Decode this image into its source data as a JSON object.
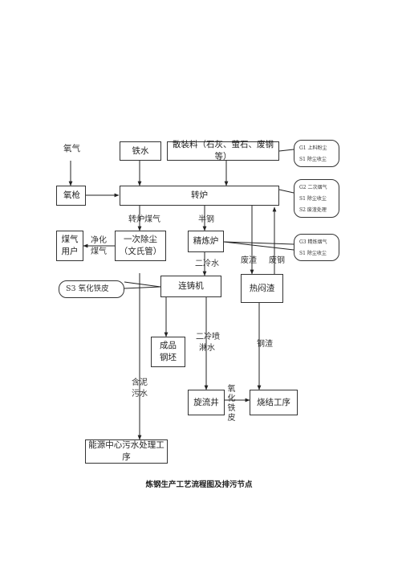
{
  "diagram": {
    "caption": "炼钢生产工艺流程图及排污节点",
    "inputs": {
      "oxygen": "氧气",
      "iron": "铁水",
      "bulk": "散装料（石灰、萤石、废钢等）"
    },
    "boxes": {
      "lance": "氧枪",
      "converter": "转炉",
      "gas_user_1": "煤气",
      "gas_user_2": "用户",
      "dust_1": "一次除尘",
      "dust_2": "（文氏管）",
      "refiner": "精炼炉",
      "caster": "连铸机",
      "slag": "热闷渣",
      "billet_1": "成品",
      "billet_2": "钢坯",
      "swirl": "旋流井",
      "sinter": "烧结工序",
      "sewage": "能源中心污水处理工序"
    },
    "labels": {
      "converter_gas": "转炉煤气",
      "half_steel": "半钢",
      "purify_1": "净化",
      "purify_2": "煤气",
      "cooling2": "二冷水",
      "waste_slag": "废渣",
      "scrap": "废钢",
      "spray_1": "二冷喷",
      "spray_2": "淋水",
      "steel_slag": "钢渣",
      "mud_water_1": "含泥",
      "mud_water_2": "污水",
      "oxide_scale": "氧化铁皮"
    },
    "callouts": {
      "g1": [
        "G1 上料粉尘",
        "S1 除尘收尘"
      ],
      "g2": [
        "G2 二次烟气",
        "S1 除尘收尘",
        "S2 废渣处理"
      ],
      "g3": [
        "G3 精炼烟气",
        "S1 除尘收尘"
      ],
      "s3": "S3 氧化铁皮"
    }
  }
}
